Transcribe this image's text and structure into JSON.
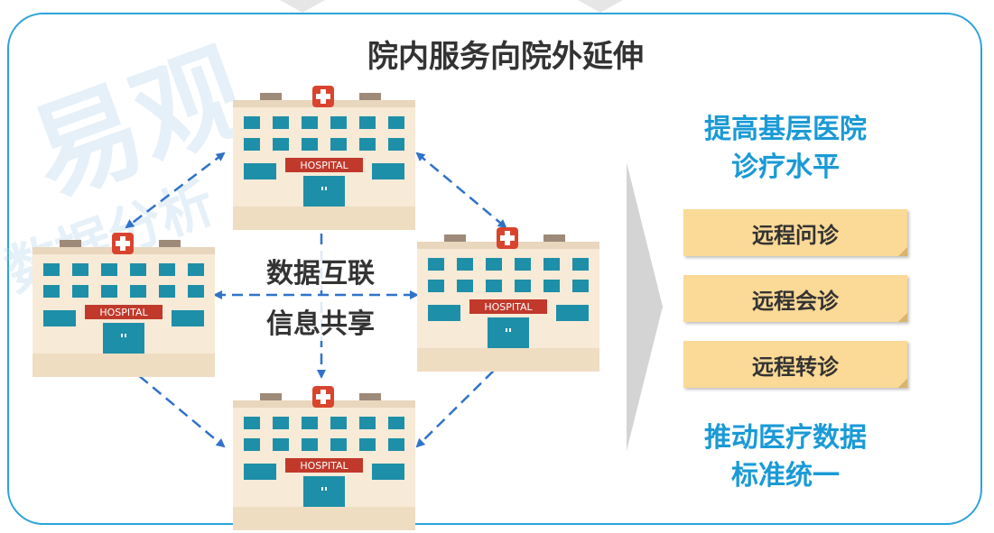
{
  "watermark": {
    "main": "易观",
    "sub": "数据分析"
  },
  "title": "院内服务向院外延伸",
  "hospital_sign": "HOSPITAL",
  "center": {
    "line1": "数据互联",
    "line2": "信息共享"
  },
  "right": {
    "top_line1": "提高基层医院",
    "top_line2": "诊疗水平",
    "services": [
      "远程问诊",
      "远程会诊",
      "远程转诊"
    ],
    "bottom_line1": "推动医疗数据",
    "bottom_line2": "标准统一"
  },
  "colors": {
    "accent_blue": "#2aa3d9",
    "text_blue": "#1a9ad6",
    "arrow_blue": "#2f73c9",
    "service_fill": "#fbd996",
    "hospital_red": "#d9442f"
  }
}
